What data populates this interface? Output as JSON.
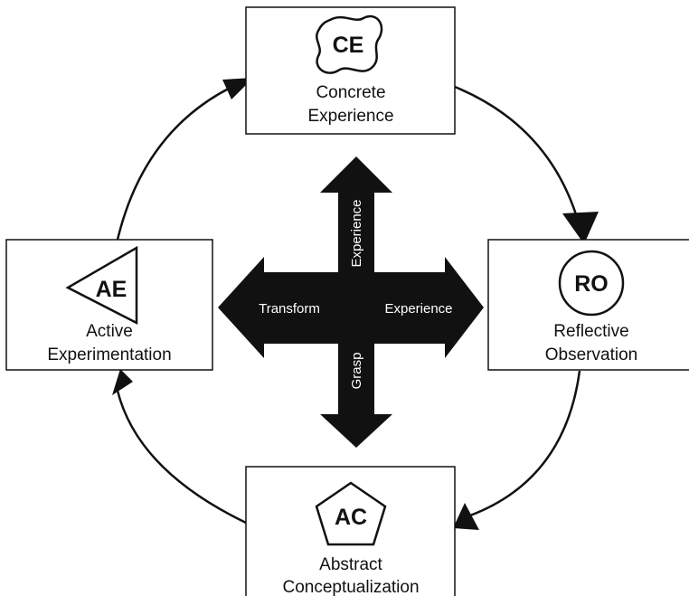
{
  "stages": {
    "concrete_experience": {
      "abbr": "CE",
      "line1": "Concrete",
      "line2": "Experience"
    },
    "reflective_observation": {
      "abbr": "RO",
      "line1": "Reflective",
      "line2": "Observation"
    },
    "abstract_conceptualization": {
      "abbr": "AC",
      "line1": "Abstract",
      "line2": "Conceptualization"
    },
    "active_experimentation": {
      "abbr": "AE",
      "line1": "Active",
      "line2": "Experimentation"
    }
  },
  "cross_arrows": {
    "up": "Experience",
    "down": "Grasp",
    "left": "Transform",
    "right": "Experience"
  }
}
